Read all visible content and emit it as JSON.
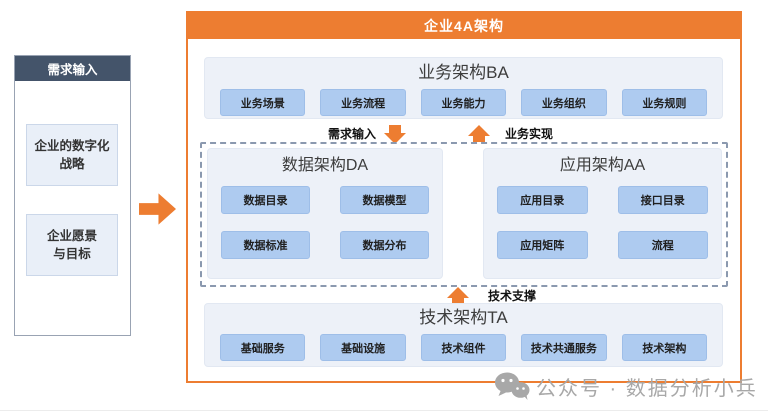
{
  "colors": {
    "accent_orange": "#ED7D31",
    "dark_slate": "#44546A",
    "chip_blue": "#AECBF0",
    "section_bg": "#EDF1F8"
  },
  "left_panel": {
    "header": "需求输入",
    "items": [
      {
        "label": "企业的数字化\n战略"
      },
      {
        "label": "企业愿景\n与目标"
      }
    ]
  },
  "main": {
    "title": "企业4A架构",
    "ba": {
      "title": "业务架构BA",
      "chips": [
        "业务场景",
        "业务流程",
        "业务能力",
        "业务组织",
        "业务规则"
      ]
    },
    "flow_labels": {
      "demand_input": "需求输入",
      "business_realization": "业务实现",
      "tech_support": "技术支撑"
    },
    "da": {
      "title": "数据架构DA",
      "chips": [
        "数据目录",
        "数据模型",
        "数据标准",
        "数据分布"
      ]
    },
    "aa": {
      "title": "应用架构AA",
      "chips": [
        "应用目录",
        "接口目录",
        "应用矩阵",
        "流程"
      ]
    },
    "ta": {
      "title": "技术架构TA",
      "chips": [
        "基础服务",
        "基础设施",
        "技术组件",
        "技术共通服务",
        "技术架构"
      ]
    }
  },
  "watermark": {
    "text": "公众号 · 数据分析小兵"
  }
}
